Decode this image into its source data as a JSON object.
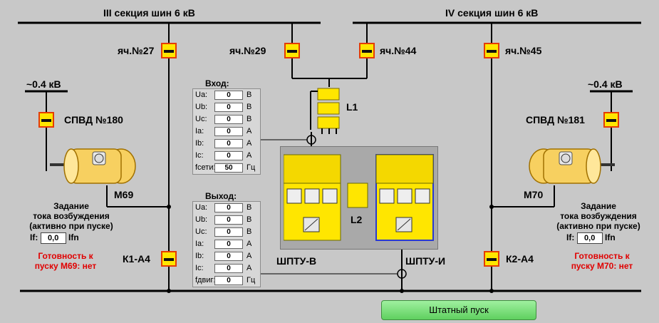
{
  "bus": {
    "left_title": "III секция шин 6 кВ",
    "right_title": "IV секция шин 6 кВ"
  },
  "cells": {
    "c27": "яч.№27",
    "c29": "яч.№29",
    "c44": "яч.№44",
    "c45": "яч.№45",
    "k1": "К1-А4",
    "k2": "К2-А4"
  },
  "aux": {
    "left_voltage": "~0.4 кВ",
    "right_voltage": "~0.4 кВ",
    "spvd_left": "СПВД №180",
    "spvd_right": "СПВД №181"
  },
  "motors": {
    "left": "M69",
    "right": "M70"
  },
  "reactors": {
    "l1": "L1",
    "l2": "L2"
  },
  "converters": {
    "rectifier": "ШПТУ-В",
    "inverter": "ШПТУ-И"
  },
  "input_panel": {
    "title": "Вход:",
    "rows": [
      {
        "name": "Ua:",
        "value": "0",
        "unit": "В"
      },
      {
        "name": "Ub:",
        "value": "0",
        "unit": "В"
      },
      {
        "name": "Uc:",
        "value": "0",
        "unit": "В"
      },
      {
        "name": "Ia:",
        "value": "0",
        "unit": "А"
      },
      {
        "name": "Ib:",
        "value": "0",
        "unit": "А"
      },
      {
        "name": "Ic:",
        "value": "0",
        "unit": "А"
      },
      {
        "name": "fсети:",
        "value": "50",
        "unit": "Гц"
      }
    ]
  },
  "output_panel": {
    "title": "Выход:",
    "rows": [
      {
        "name": "Ua:",
        "value": "0",
        "unit": "В"
      },
      {
        "name": "Ub:",
        "value": "0",
        "unit": "В"
      },
      {
        "name": "Uc:",
        "value": "0",
        "unit": "В"
      },
      {
        "name": "Ia:",
        "value": "0",
        "unit": "А"
      },
      {
        "name": "Ib:",
        "value": "0",
        "unit": "А"
      },
      {
        "name": "Ic:",
        "value": "0",
        "unit": "А"
      },
      {
        "name": "fдвиг:",
        "value": "0",
        "unit": "Гц"
      }
    ]
  },
  "excitation_left": {
    "line1": "Задание",
    "line2": "тока возбуждения",
    "line3": "(активно при пуске)",
    "if_label": "If:",
    "value": "0,0",
    "unit": "Ifn"
  },
  "excitation_right": {
    "line1": "Задание",
    "line2": "тока возбуждения",
    "line3": "(активно при пуске)",
    "if_label": "If:",
    "value": "0,0",
    "unit": "Ifn"
  },
  "ready_left": {
    "line1": "Готовность к",
    "line2": "пуску М69: нет"
  },
  "ready_right": {
    "line1": "Готовность к",
    "line2": "пуску М70: нет"
  },
  "start_button": "Штатный пуск",
  "colors": {
    "breaker_fill": "#ffe600",
    "breaker_border": "#e43c00",
    "alarm_text": "#e00000",
    "button": "#7be27b"
  }
}
